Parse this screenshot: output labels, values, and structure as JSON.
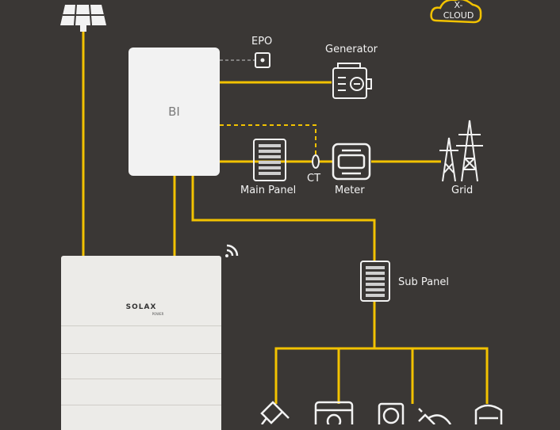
{
  "labels": {
    "epo": "EPO",
    "generator": "Generator",
    "bi": "BI",
    "ct": "CT",
    "main_panel": "Main Panel",
    "meter": "Meter",
    "grid": "Grid",
    "sub_panel": "Sub Panel",
    "cloud_line1": "X-",
    "cloud_line2": "CLOUD",
    "brand": "SOLAX",
    "brand_sub": "POWER"
  },
  "colors": {
    "background": "#3a3735",
    "wire": "#f2c200",
    "icon_stroke": "#f2f2f2",
    "box_fill": "#f2f2f2"
  },
  "icons": [
    "solar-panel-icon",
    "x-cloud-icon",
    "epo-switch-icon",
    "generator-icon",
    "main-panel-icon",
    "ct-clamp-icon",
    "meter-icon",
    "grid-tower-icon",
    "wifi-icon",
    "sub-panel-icon",
    "blender-icon",
    "washing-machine-icon",
    "socket-icon",
    "plug-icon",
    "water-heater-icon"
  ]
}
